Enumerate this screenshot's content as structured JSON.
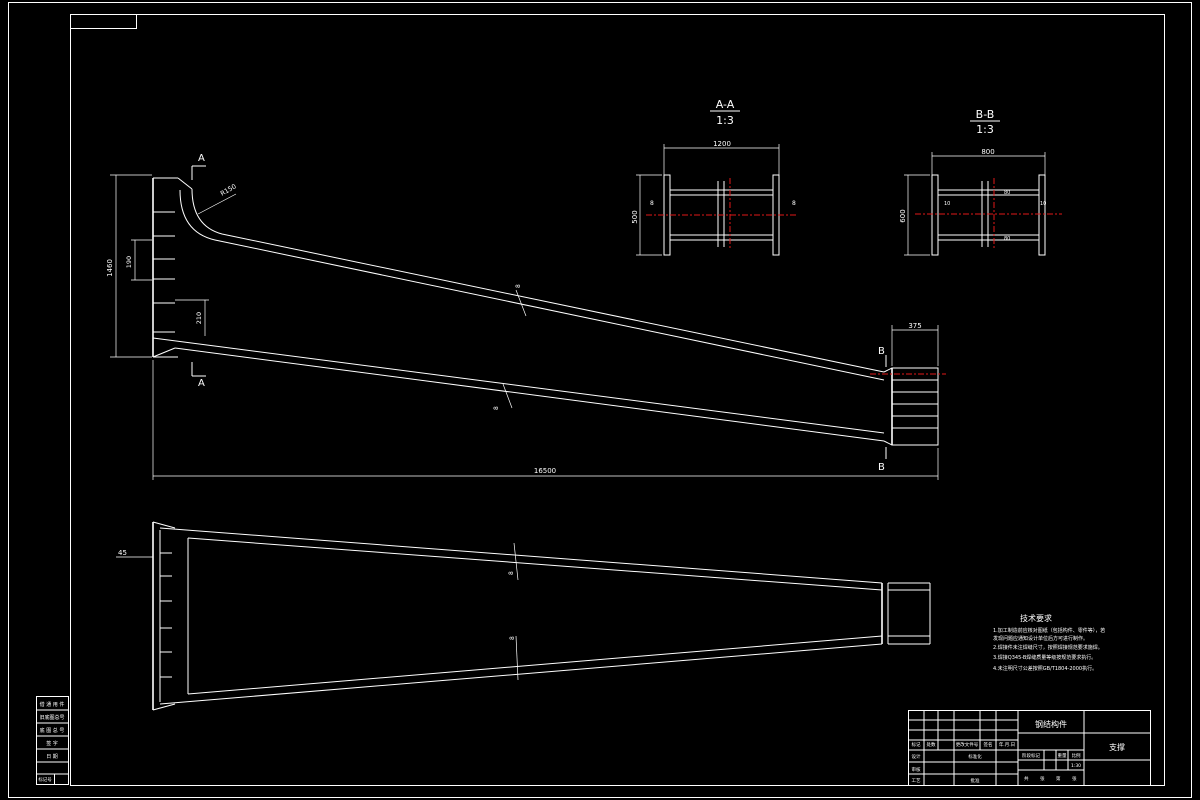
{
  "views": {
    "section_aa": {
      "title": "A-A",
      "scale": "1:3",
      "width": "1200",
      "height": "500",
      "small": "8"
    },
    "section_bb": {
      "title": "B-B",
      "scale": "1:3",
      "width": "800",
      "height": "600",
      "small_a": "80",
      "small_b": "10"
    },
    "elevation": {
      "label_a": "A",
      "label_b": "B",
      "radius": "R150",
      "overall_height": "1460",
      "inner_height": "190",
      "lower_offset": "210",
      "end_width": "375",
      "length": "16500",
      "member_mark": "8"
    },
    "plan": {
      "offset": "45",
      "member_mark": "8"
    }
  },
  "notes": {
    "heading": "技术要求",
    "lines": [
      "1.加工制造前应核对图纸（包括构件、零件等），若",
      "  发现问题应通知设计单位后方可进行制作。",
      "2.焊接件未注焊缝尺寸，按照焊接规范要求施焊。",
      "3.焊接Q345-B焊缝质量等级按规范要求执行。",
      "4.未注明尺寸公差按照GB/T1804-2000执行。"
    ]
  },
  "title_block": {
    "part_name": "钢结构件",
    "drawing_no": "支撑",
    "labels": [
      "标记",
      "处数",
      "更改文件号",
      "签名",
      "年.月.日"
    ],
    "row_designer": "设计",
    "row_standard": "标准化",
    "row_review": "审核",
    "row_process": "工艺",
    "row_approve": "批准",
    "stage": "阶段标记",
    "weight": "重量",
    "ratio": "比例",
    "scale": "1:30",
    "sheet_total": "共",
    "sheet": "张",
    "sheet_no": "第",
    "sheet_of": "张"
  },
  "side_block": {
    "rows": [
      "借 通 用 件",
      "旧底图总号",
      "底 图 总 号",
      "签  字",
      "日  期",
      "标记号"
    ]
  }
}
